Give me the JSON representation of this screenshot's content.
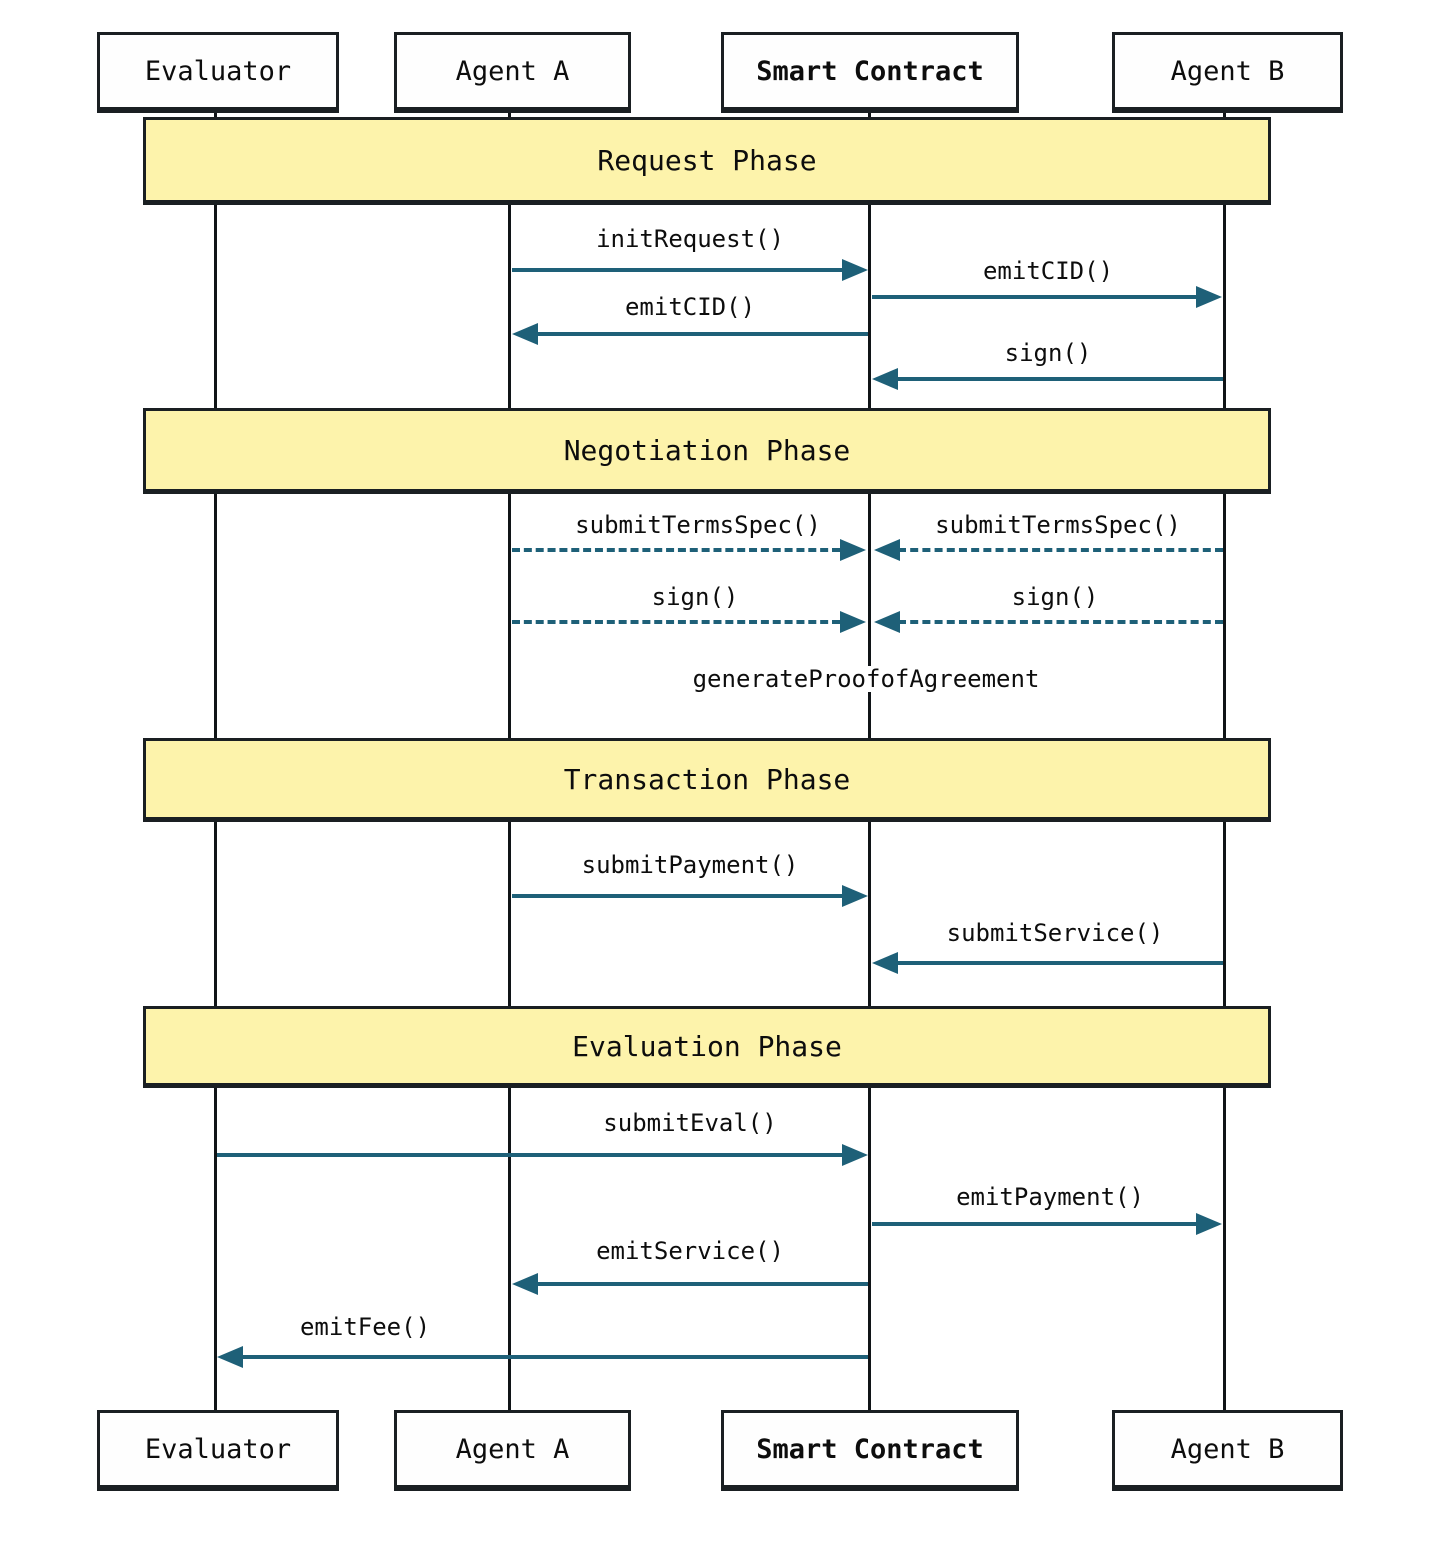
{
  "diagram_type": "sequence",
  "actors": [
    {
      "label": "Evaluator",
      "emphasis": "normal"
    },
    {
      "label": "Agent A",
      "emphasis": "normal"
    },
    {
      "label": "Smart Contract",
      "emphasis": "bold"
    },
    {
      "label": "Agent B",
      "emphasis": "normal"
    }
  ],
  "phases": [
    {
      "label": "Request Phase"
    },
    {
      "label": "Negotiation Phase"
    },
    {
      "label": "Transaction Phase"
    },
    {
      "label": "Evaluation Phase"
    }
  ],
  "messages": [
    {
      "label": "initRequest()",
      "from": "Agent A",
      "to": "Smart Contract",
      "line": "solid",
      "phase": "Request Phase"
    },
    {
      "label": "emitCID()",
      "from": "Smart Contract",
      "to": "Agent B",
      "line": "solid",
      "phase": "Request Phase"
    },
    {
      "label": "emitCID()",
      "from": "Smart Contract",
      "to": "Agent A",
      "line": "solid",
      "phase": "Request Phase"
    },
    {
      "label": "sign()",
      "from": "Agent B",
      "to": "Smart Contract",
      "line": "solid",
      "phase": "Request Phase"
    },
    {
      "label": "submitTermsSpec()",
      "from": "Agent A",
      "to": "Smart Contract",
      "line": "dashed",
      "phase": "Negotiation Phase"
    },
    {
      "label": "submitTermsSpec()",
      "from": "Agent B",
      "to": "Smart Contract",
      "line": "dashed",
      "phase": "Negotiation Phase"
    },
    {
      "label": "sign()",
      "from": "Agent A",
      "to": "Smart Contract",
      "line": "dashed",
      "phase": "Negotiation Phase"
    },
    {
      "label": "sign()",
      "from": "Agent B",
      "to": "Smart Contract",
      "line": "dashed",
      "phase": "Negotiation Phase"
    },
    {
      "label": "generateProofofAgreement",
      "from": "Smart Contract",
      "to": "Smart Contract",
      "line": "none",
      "phase": "Negotiation Phase"
    },
    {
      "label": "submitPayment()",
      "from": "Agent A",
      "to": "Smart Contract",
      "line": "solid",
      "phase": "Transaction Phase"
    },
    {
      "label": "submitService()",
      "from": "Agent B",
      "to": "Smart Contract",
      "line": "solid",
      "phase": "Transaction Phase"
    },
    {
      "label": "submitEval()",
      "from": "Evaluator",
      "to": "Smart Contract",
      "line": "solid",
      "phase": "Evaluation Phase"
    },
    {
      "label": "emitPayment()",
      "from": "Smart Contract",
      "to": "Agent B",
      "line": "solid",
      "phase": "Evaluation Phase"
    },
    {
      "label": "emitService()",
      "from": "Smart Contract",
      "to": "Agent A",
      "line": "solid",
      "phase": "Evaluation Phase"
    },
    {
      "label": "emitFee()",
      "from": "Smart Contract",
      "to": "Evaluator",
      "line": "solid",
      "phase": "Evaluation Phase"
    }
  ],
  "colors": {
    "arrow": "#1e6078",
    "band_fill": "#fdf3ab",
    "border": "#1a1f22",
    "lifeline": "#101417",
    "text": "#0d0d0d",
    "background": "#ffffff"
  }
}
